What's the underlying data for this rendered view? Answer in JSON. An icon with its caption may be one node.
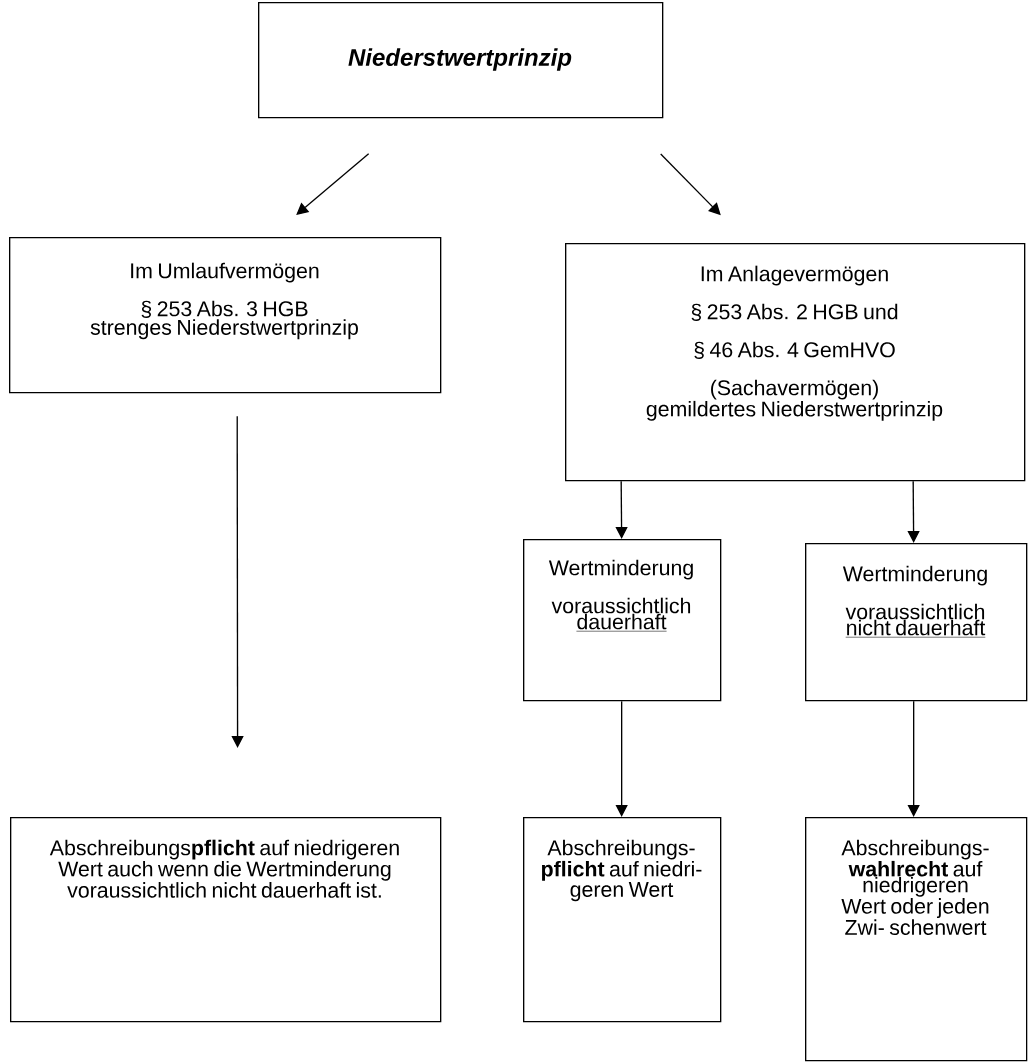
{
  "diagram": {
    "nodes": [
      {
        "text": [
          "Niederstwertprinzip"
        ]
      },
      {
        "text": [
          "Im Umlaufvermögen",
          "§ 253 Abs. 3 HGB",
          "strenges Niederstwertprinzip"
        ]
      },
      {
        "text": [
          "Im Anlagevermögen",
          "§ 253 Abs. 2 HGB und",
          "§ 46 Abs. 4 GemHVO",
          "(Sachavermögen)",
          "gemildertes Niederstwertprinzip"
        ]
      },
      {
        "text": [
          "Wertminderung voraussichtlich",
          "dauerhaft"
        ]
      },
      {
        "text": [
          "Wertminderung voraussichtlich",
          "nicht dauerhaft"
        ]
      },
      {
        "text": [
          "Abschreibungs**pflicht** auf niedrigeren Wert auch wenn die Wertminderung voraussichtlich nicht dauerhaft ist."
        ]
      },
      {
        "text": [
          "Abschreibungs- **pflicht** auf niedri- geren Wert"
        ]
      },
      {
        "text": [
          "Abschreibungs- **wahlrecht** auf niedrigeren Wert oder jeden Zwi- schenwert"
        ]
      }
    ],
    "edges": [
      {
        "from": 0,
        "to": 1,
        "arrow": "to"
      },
      {
        "from": 0,
        "to": 2,
        "arrow": "to"
      },
      {
        "from": 1,
        "to": 5,
        "arrow": "to"
      },
      {
        "from": 2,
        "to": 3,
        "arrow": "to"
      },
      {
        "from": 2,
        "to": 4,
        "arrow": "to"
      },
      {
        "from": 3,
        "to": 6,
        "arrow": "to"
      },
      {
        "from": 4,
        "to": 7,
        "arrow": "to"
      }
    ]
  }
}
